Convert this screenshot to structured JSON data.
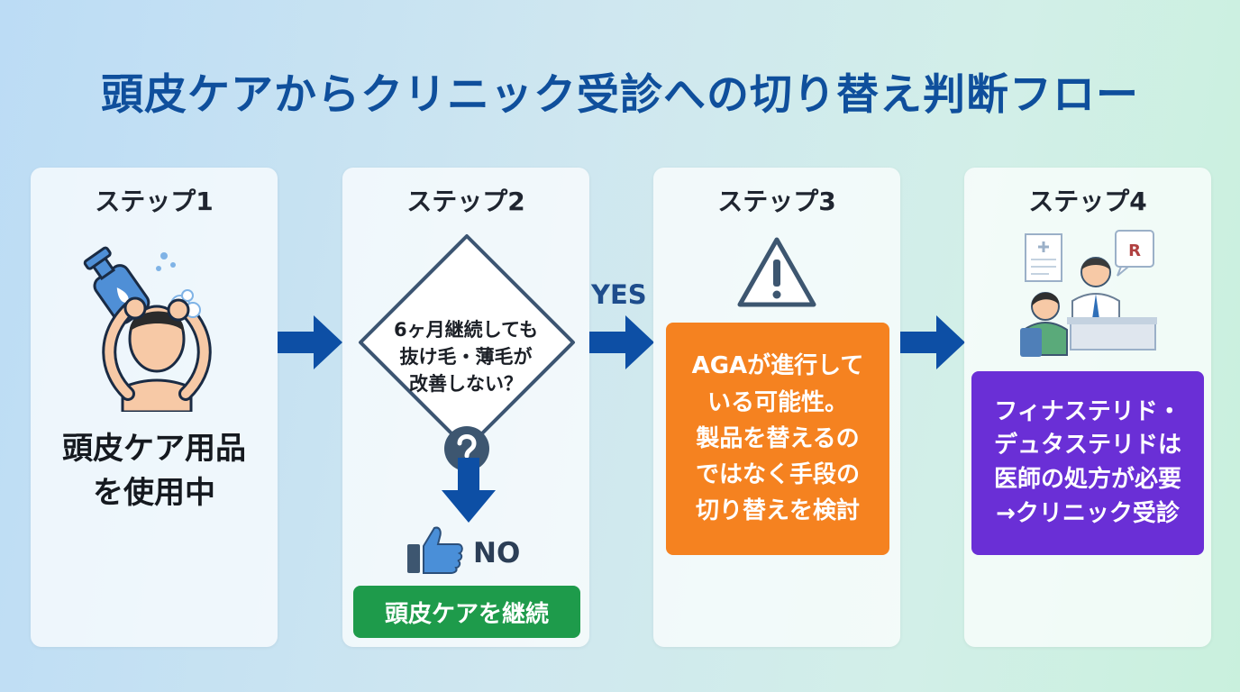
{
  "title": "頭皮ケアからクリニック受診への切り替え判断フロー",
  "steps": [
    {
      "label": "ステップ1",
      "text": "頭皮ケア用品\nを使用中",
      "icon": "shampoo-person-icon"
    },
    {
      "label": "ステップ2",
      "question": "6ヶ月継続しても\n抜け毛・薄毛が\n改善しない？",
      "icon": "question-icon",
      "no_label": "NO",
      "no_action": "頭皮ケアを継続",
      "no_icon": "thumbs-up-icon"
    },
    {
      "label": "ステップ3",
      "text": "AGAが進行して\nいる可能性。\n製品を替えるの\nではなく手段の\n切り替えを検討",
      "icon": "warning-icon"
    },
    {
      "label": "ステップ4",
      "text": "フィナステリド・\nデュタステリドは\n医師の処方が必要\n→クリニック受診",
      "icon": "doctor-consultation-icon"
    }
  ],
  "yes_label": "YES",
  "colors": {
    "title": "#0f4f9c",
    "arrow": "#0d4fa5",
    "green": "#1e9b4b",
    "orange": "#f58220",
    "purple": "#6a2fd6"
  }
}
